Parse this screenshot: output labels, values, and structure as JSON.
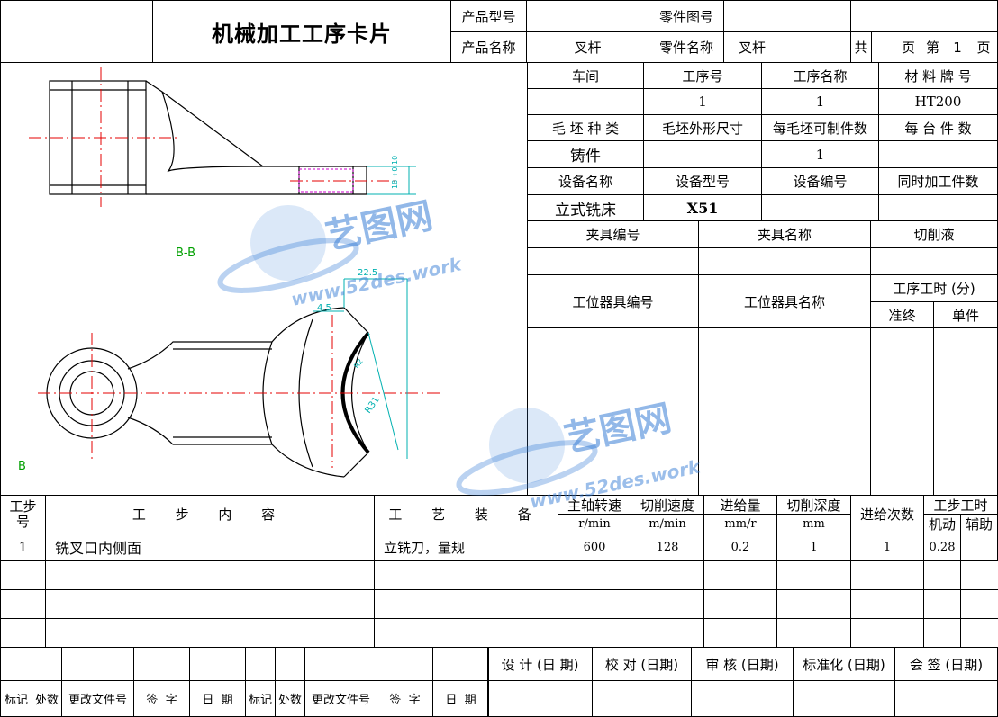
{
  "header": {
    "title": "机械加工工序卡片",
    "product_model_label": "产品型号",
    "product_model_value": "",
    "part_drawing_no_label": "零件图号",
    "part_drawing_no_value": "",
    "product_name_label": "产品名称",
    "product_name_value": "叉杆",
    "part_name_label": "零件名称",
    "part_name_value": "叉杆",
    "total_label": "共",
    "total_value": "",
    "page_label": "页",
    "no_label": "第",
    "no_value": "1",
    "page_label2": "页"
  },
  "info": {
    "workshop_label": "车间",
    "op_no_label": "工序号",
    "op_name_label": "工序名称",
    "material_label": "材 料 牌 号",
    "workshop_value": "",
    "op_no_value": "1",
    "op_name_value": "1",
    "material_value": "HT200",
    "blank_type_label": "毛 坯 种 类",
    "blank_size_label": "毛坯外形尺寸",
    "parts_per_blank_label": "每毛坯可制件数",
    "parts_per_unit_label": "每 台 件 数",
    "blank_type_value": "铸件",
    "blank_size_value": "",
    "parts_per_blank_value": "1",
    "parts_per_unit_value": "",
    "equip_name_label": "设备名称",
    "equip_model_label": "设备型号",
    "equip_no_label": "设备编号",
    "simul_label": "同时加工件数",
    "equip_name_value": "立式铣床",
    "equip_model_value": "X51",
    "equip_no_value": "",
    "simul_value": "",
    "fixture_no_label": "夹具编号",
    "fixture_name_label": "夹具名称",
    "coolant_label": "切削液",
    "station_tool_no_label": "工位器具编号",
    "station_tool_name_label": "工位器具名称",
    "op_time_label": "工序工时 (分)",
    "prep_label": "准终",
    "unit_label": "单件"
  },
  "drawing": {
    "section_label": "B-B",
    "view_label": "B",
    "dim_225": "22.5",
    "dim_45": "4.5",
    "dim_r31": "R31",
    "dim_r2": "R2",
    "dim_h": "18 +0.10"
  },
  "steps": {
    "col_step_no": "工步号",
    "col_content": "工 步 内 容",
    "col_equipment": "工 艺 装 备",
    "col_spindle": "主轴转速",
    "col_spindle_unit": "r/min",
    "col_speed": "切削速度",
    "col_speed_unit": "m/min",
    "col_feed": "进给量",
    "col_feed_unit": "mm/r",
    "col_depth": "切削深度",
    "col_depth_unit": "mm",
    "col_passes": "进给次数",
    "col_time": "工步工时",
    "col_machine": "机动",
    "col_aux": "辅助",
    "rows": [
      {
        "no": "1",
        "content": "铣叉口内侧面",
        "equipment": "立铣刀，量规",
        "spindle": "600",
        "speed": "128",
        "feed": "0.2",
        "depth": "1",
        "passes": "1",
        "machine": "0.28",
        "aux": ""
      }
    ]
  },
  "footer": {
    "design": "设 计 (日 期)",
    "check": "校 对 (日期)",
    "review": "审 核 (日期)",
    "standard": "标准化 (日期)",
    "sign": "会 签 (日期)",
    "mark": "标记",
    "place": "处数",
    "doc_no": "更改文件号",
    "signature": "签  字",
    "date": "日  期"
  },
  "watermark": {
    "brand": "艺图网",
    "url": "www.52des.work"
  },
  "colors": {
    "centerline": "#e60000",
    "dimension": "#00b0b0",
    "label_green": "#00a000",
    "thread": "#cc00cc",
    "watermark": "#3a7fd6"
  }
}
